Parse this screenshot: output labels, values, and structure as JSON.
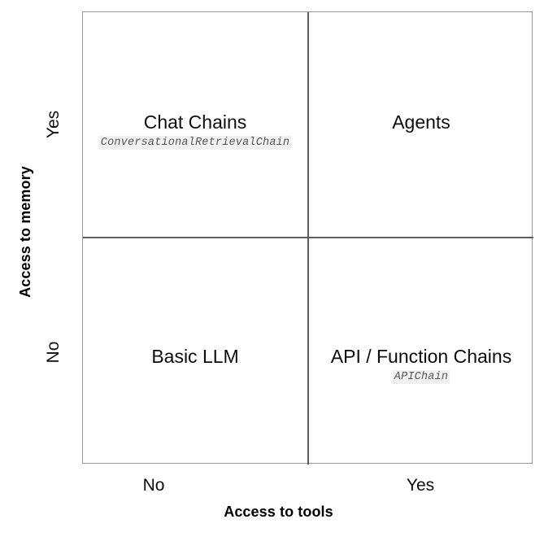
{
  "chart_data": {
    "type": "table",
    "title": "",
    "xlabel": "Access to tools",
    "ylabel": "Access to memory",
    "x_categories": [
      "No",
      "Yes"
    ],
    "y_categories": [
      "No",
      "Yes"
    ],
    "grid": true,
    "legend": "none",
    "cells": [
      {
        "x": "No",
        "y": "Yes",
        "position": "top-left",
        "title": "Chat Chains",
        "subtitle": "ConversationalRetrievalChain"
      },
      {
        "x": "Yes",
        "y": "Yes",
        "position": "top-right",
        "title": "Agents",
        "subtitle": ""
      },
      {
        "x": "No",
        "y": "No",
        "position": "bottom-left",
        "title": "Basic LLM",
        "subtitle": ""
      },
      {
        "x": "Yes",
        "y": "No",
        "position": "bottom-right",
        "title": "API / Function Chains",
        "subtitle": "APIChain"
      }
    ]
  },
  "axes": {
    "x": {
      "title": "Access to tools",
      "ticks": {
        "left": "No",
        "right": "Yes"
      }
    },
    "y": {
      "title": "Access to memory",
      "ticks": {
        "top": "Yes",
        "bottom": "No"
      }
    }
  },
  "quadrants": {
    "top_left": {
      "title": "Chat Chains",
      "subtitle": "ConversationalRetrievalChain"
    },
    "top_right": {
      "title": "Agents",
      "subtitle": ""
    },
    "bottom_left": {
      "title": "Basic LLM",
      "subtitle": ""
    },
    "bottom_right": {
      "title": "API / Function Chains",
      "subtitle": "APIChain"
    }
  },
  "colors": {
    "background": "#ffffff",
    "border": "#9a9a9a",
    "divider": "#5d5d5d",
    "title_text": "#0d0d0d",
    "subtitle_text": "#585858",
    "subtitle_highlight": "#f1f1f1",
    "axis_text": "#000000"
  }
}
